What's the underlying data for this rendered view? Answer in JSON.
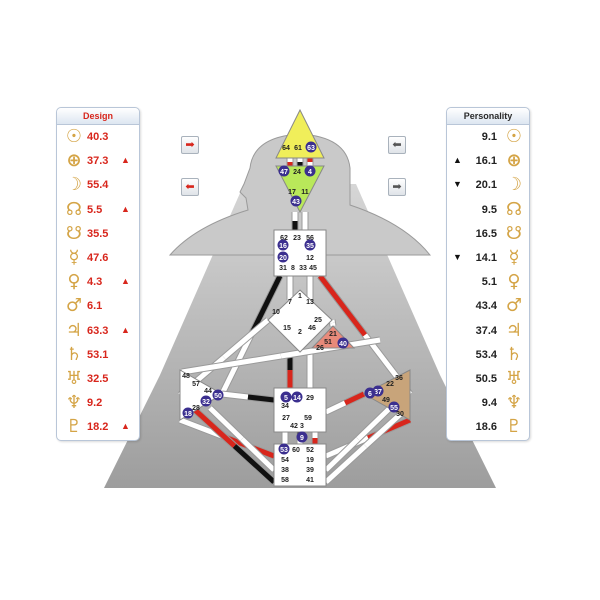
{
  "design": {
    "title": "Design",
    "rows": [
      {
        "icon": "sun-icon",
        "glyph": "☉",
        "value": "40.3",
        "arrow": ""
      },
      {
        "icon": "earth-icon",
        "glyph": "⊕",
        "value": "37.3",
        "arrow": "▲"
      },
      {
        "icon": "moon-icon",
        "glyph": "☽",
        "value": "55.4",
        "arrow": ""
      },
      {
        "icon": "north-node-icon",
        "glyph": "☊",
        "value": "5.5",
        "arrow": "▲"
      },
      {
        "icon": "south-node-icon",
        "glyph": "☋",
        "value": "35.5",
        "arrow": ""
      },
      {
        "icon": "mercury-icon",
        "glyph": "☿",
        "value": "47.6",
        "arrow": ""
      },
      {
        "icon": "venus-icon",
        "glyph": "♀",
        "value": "4.3",
        "arrow": "▲"
      },
      {
        "icon": "mars-icon",
        "glyph": "♂",
        "value": "6.1",
        "arrow": ""
      },
      {
        "icon": "jupiter-icon",
        "glyph": "♃",
        "value": "63.3",
        "arrow": "▲"
      },
      {
        "icon": "saturn-icon",
        "glyph": "♄",
        "value": "53.1",
        "arrow": ""
      },
      {
        "icon": "uranus-icon",
        "glyph": "♅",
        "value": "32.5",
        "arrow": ""
      },
      {
        "icon": "neptune-icon",
        "glyph": "♆",
        "value": "9.2",
        "arrow": ""
      },
      {
        "icon": "pluto-icon",
        "glyph": "♇",
        "value": "18.2",
        "arrow": "▲"
      }
    ]
  },
  "personality": {
    "title": "Personality",
    "rows": [
      {
        "icon": "sun-icon",
        "glyph": "☉",
        "value": "9.1",
        "arrow": ""
      },
      {
        "icon": "earth-icon",
        "glyph": "⊕",
        "value": "16.1",
        "arrow": "▲"
      },
      {
        "icon": "moon-icon",
        "glyph": "☽",
        "value": "20.1",
        "arrow": "▼"
      },
      {
        "icon": "north-node-icon",
        "glyph": "☊",
        "value": "9.5",
        "arrow": ""
      },
      {
        "icon": "south-node-icon",
        "glyph": "☋",
        "value": "16.5",
        "arrow": ""
      },
      {
        "icon": "mercury-icon",
        "glyph": "☿",
        "value": "14.1",
        "arrow": "▼"
      },
      {
        "icon": "venus-icon",
        "glyph": "♀",
        "value": "5.1",
        "arrow": ""
      },
      {
        "icon": "mars-icon",
        "glyph": "♂",
        "value": "43.4",
        "arrow": ""
      },
      {
        "icon": "jupiter-icon",
        "glyph": "♃",
        "value": "37.4",
        "arrow": ""
      },
      {
        "icon": "saturn-icon",
        "glyph": "♄",
        "value": "53.4",
        "arrow": ""
      },
      {
        "icon": "uranus-icon",
        "glyph": "♅",
        "value": "50.5",
        "arrow": ""
      },
      {
        "icon": "neptune-icon",
        "glyph": "♆",
        "value": "9.4",
        "arrow": ""
      },
      {
        "icon": "pluto-icon",
        "glyph": "♇",
        "value": "18.6",
        "arrow": ""
      }
    ]
  },
  "nav": {
    "design_next": "➡",
    "design_prev": "⬅",
    "personality_prev": "⬅",
    "personality_next": "➡"
  },
  "colors": {
    "design_red": "#d8261c",
    "head_center": "#f0ee5a",
    "ajna_center": "#b9e85a",
    "ego_center": "#e88a7a",
    "spleen_sacral_solar": "#c8a47a",
    "gate_badge": "#3b2f8f",
    "background_gray": "#b5b5b5"
  },
  "centers": {
    "head": {
      "gates": [
        "64",
        "61",
        "63"
      ]
    },
    "ajna": {
      "gates": [
        "47",
        "24",
        "4",
        "17",
        "11",
        "43"
      ]
    },
    "throat": {
      "gates": [
        "62",
        "23",
        "56",
        "16",
        "35",
        "20",
        "12",
        "31",
        "8",
        "33",
        "45"
      ]
    },
    "g": {
      "gates": [
        "1",
        "7",
        "13",
        "10",
        "15",
        "2",
        "46",
        "25"
      ]
    },
    "ego": {
      "gates": [
        "21",
        "51",
        "26",
        "40"
      ]
    },
    "spleen": {
      "gates": [
        "48",
        "57",
        "44",
        "50",
        "28",
        "32",
        "18"
      ]
    },
    "solar": {
      "gates": [
        "36",
        "22",
        "37",
        "6",
        "49",
        "55",
        "30"
      ]
    },
    "sacral": {
      "gates": [
        "5",
        "14",
        "29",
        "34",
        "27",
        "42",
        "3",
        "9",
        "59"
      ]
    },
    "root": {
      "gates": [
        "53",
        "60",
        "52",
        "54",
        "19",
        "38",
        "39",
        "58",
        "41"
      ]
    }
  }
}
